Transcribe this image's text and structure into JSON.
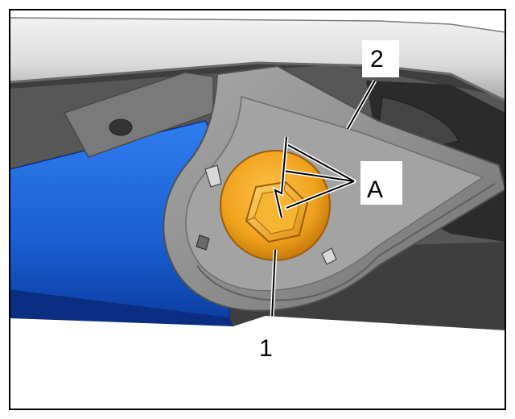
{
  "callouts": {
    "part_1": "1",
    "part_2": "2",
    "marker_a": "A"
  },
  "colors": {
    "frame": "#000000",
    "control_arm": "#1e5fd0",
    "bolt": "#f0a21e",
    "bracket": "#8e8e8e",
    "background": "#ffffff"
  },
  "icons": [
    "control-arm",
    "mounting-bracket",
    "hex-bolt",
    "cam-washer",
    "frame-rail"
  ]
}
